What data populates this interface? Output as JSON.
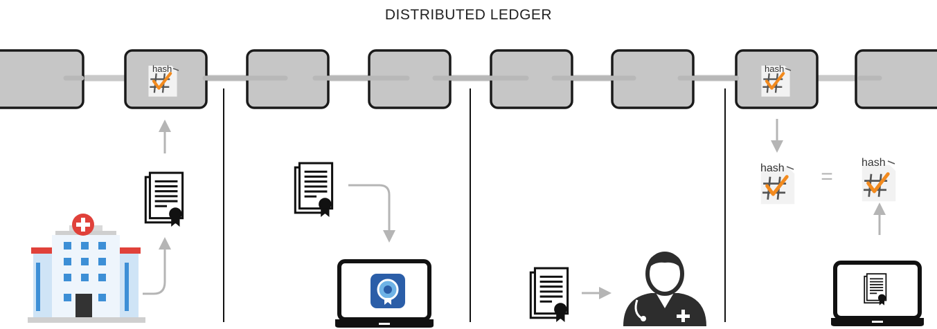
{
  "title": "DISTRIBUTED LEDGER",
  "hash_label": "hash",
  "equals_sign": "=",
  "colors": {
    "block_fill": "#c6c6c6",
    "block_stroke": "#1a1a1a",
    "chain": "#c9c9c9",
    "arrow": "#b5b5b5",
    "divider": "#111111",
    "hospital_red": "#e0413a",
    "hospital_blue": "#3d8fd6",
    "app_blue": "#2b5ea8",
    "check_orange": "#f28a1e"
  },
  "icons": [
    "block",
    "hash-document-icon",
    "certificate-icon",
    "hospital-icon",
    "laptop-icon",
    "doctor-icon",
    "badge-app-icon"
  ]
}
